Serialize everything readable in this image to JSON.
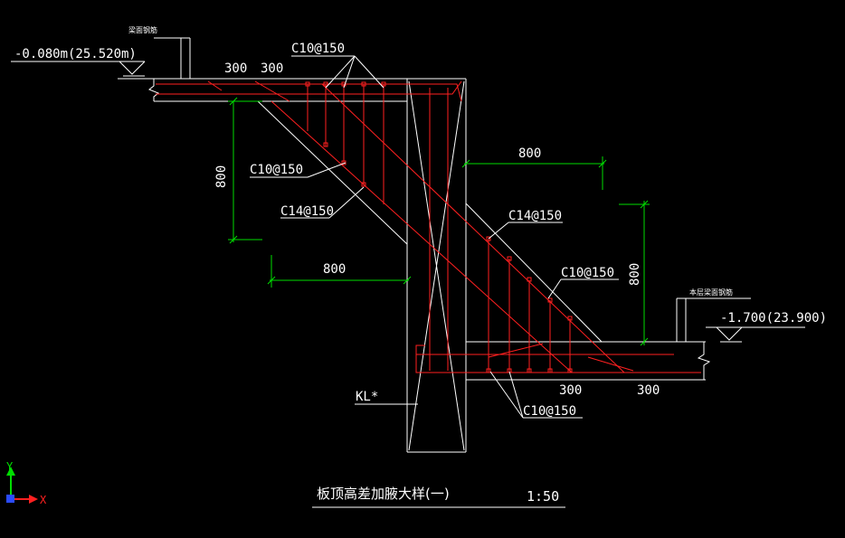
{
  "elevations": {
    "upper": "-0.080m(25.520m)",
    "lower": "-1.700(23.900)"
  },
  "callouts": {
    "top_c10": "C10@150",
    "left_c10": "C10@150",
    "left_c14": "C14@150",
    "right_c14": "C14@150",
    "right_c10": "C10@150",
    "bottom_c10": "C10@150",
    "kl": "KL*"
  },
  "dims": {
    "top_300a": "300",
    "top_300b": "300",
    "left_800_vertical": "800",
    "left_800_horizontal": "800",
    "right_800_horizontal": "800",
    "right_800_vertical": "800",
    "bottom_300a": "300",
    "bottom_300b": "300"
  },
  "small_notes": {
    "upper": "梁面钢筋",
    "lower": "本层梁面钢筋"
  },
  "title": "板顶高差加腋大样(一)",
  "scale": "1:50",
  "ucs": {
    "y_label": "Y",
    "x_label": "X"
  },
  "colors": {
    "bg": "#000000",
    "line": "#ffffff",
    "rebar": "#ff2020",
    "dim": "#00dd00",
    "ucs_x": "#ff2020",
    "ucs_y": "#00dd00",
    "ucs_origin": "#2a4bff"
  }
}
